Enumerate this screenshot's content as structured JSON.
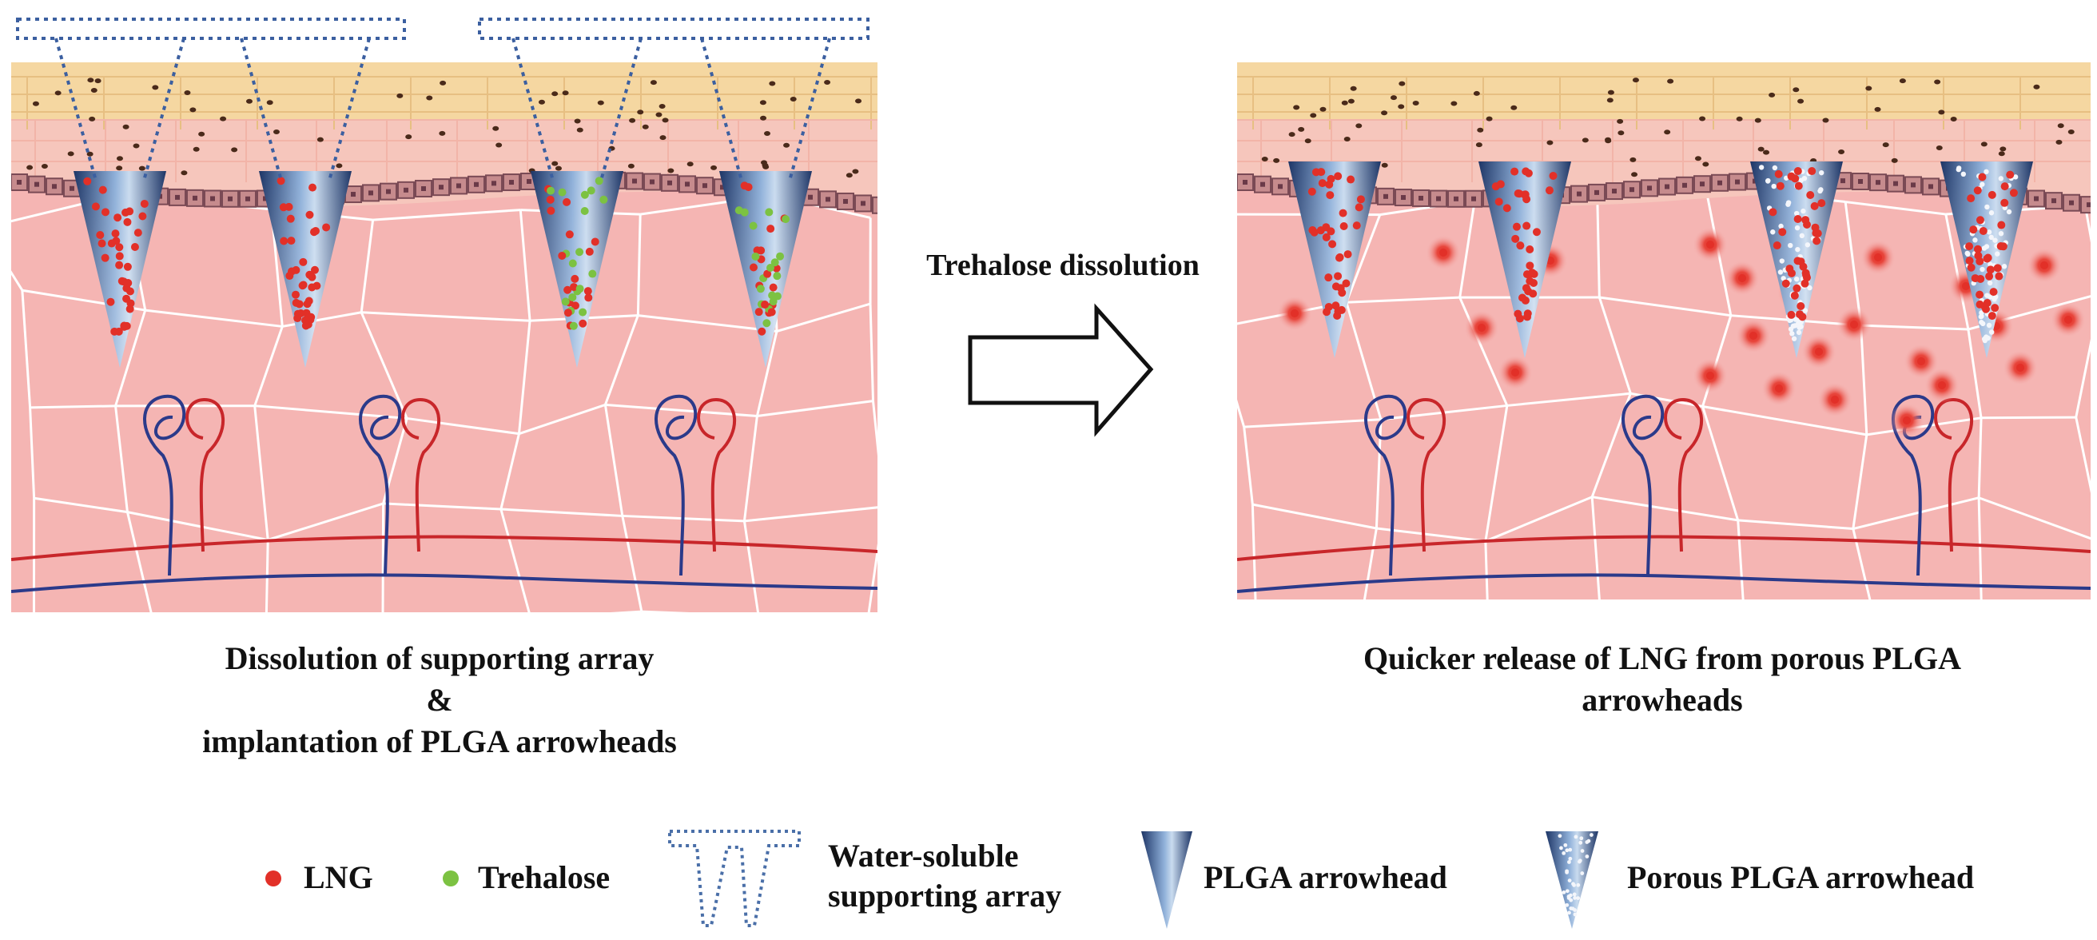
{
  "colors": {
    "skin_top": "#f5d7a1",
    "epidermis": "#f6c6bc",
    "dermis": "#f5b5b3",
    "cell_line": "#ffffff",
    "artery": "#c8262a",
    "vein": "#2b3a8a",
    "lng": "#e23028",
    "trehalose": "#7cc242",
    "plga": "#3e6aa8"
  },
  "left_panel": {
    "caption_line1": "Dissolution of supporting array",
    "caption_line2": "&",
    "caption_line3": "implantation of PLGA arrowheads"
  },
  "transition": {
    "label": "Trehalose dissolution",
    "icon": "right-arrow-icon"
  },
  "right_panel": {
    "caption_line1": "Quicker release of LNG from porous PLGA",
    "caption_line2": "arrowheads"
  },
  "legend": {
    "lng": "LNG",
    "trehalose": "Trehalose",
    "support_line1": "Water-soluble",
    "support_line2": "supporting array",
    "plga": "PLGA arrowhead",
    "porous": "Porous PLGA arrowhead"
  }
}
